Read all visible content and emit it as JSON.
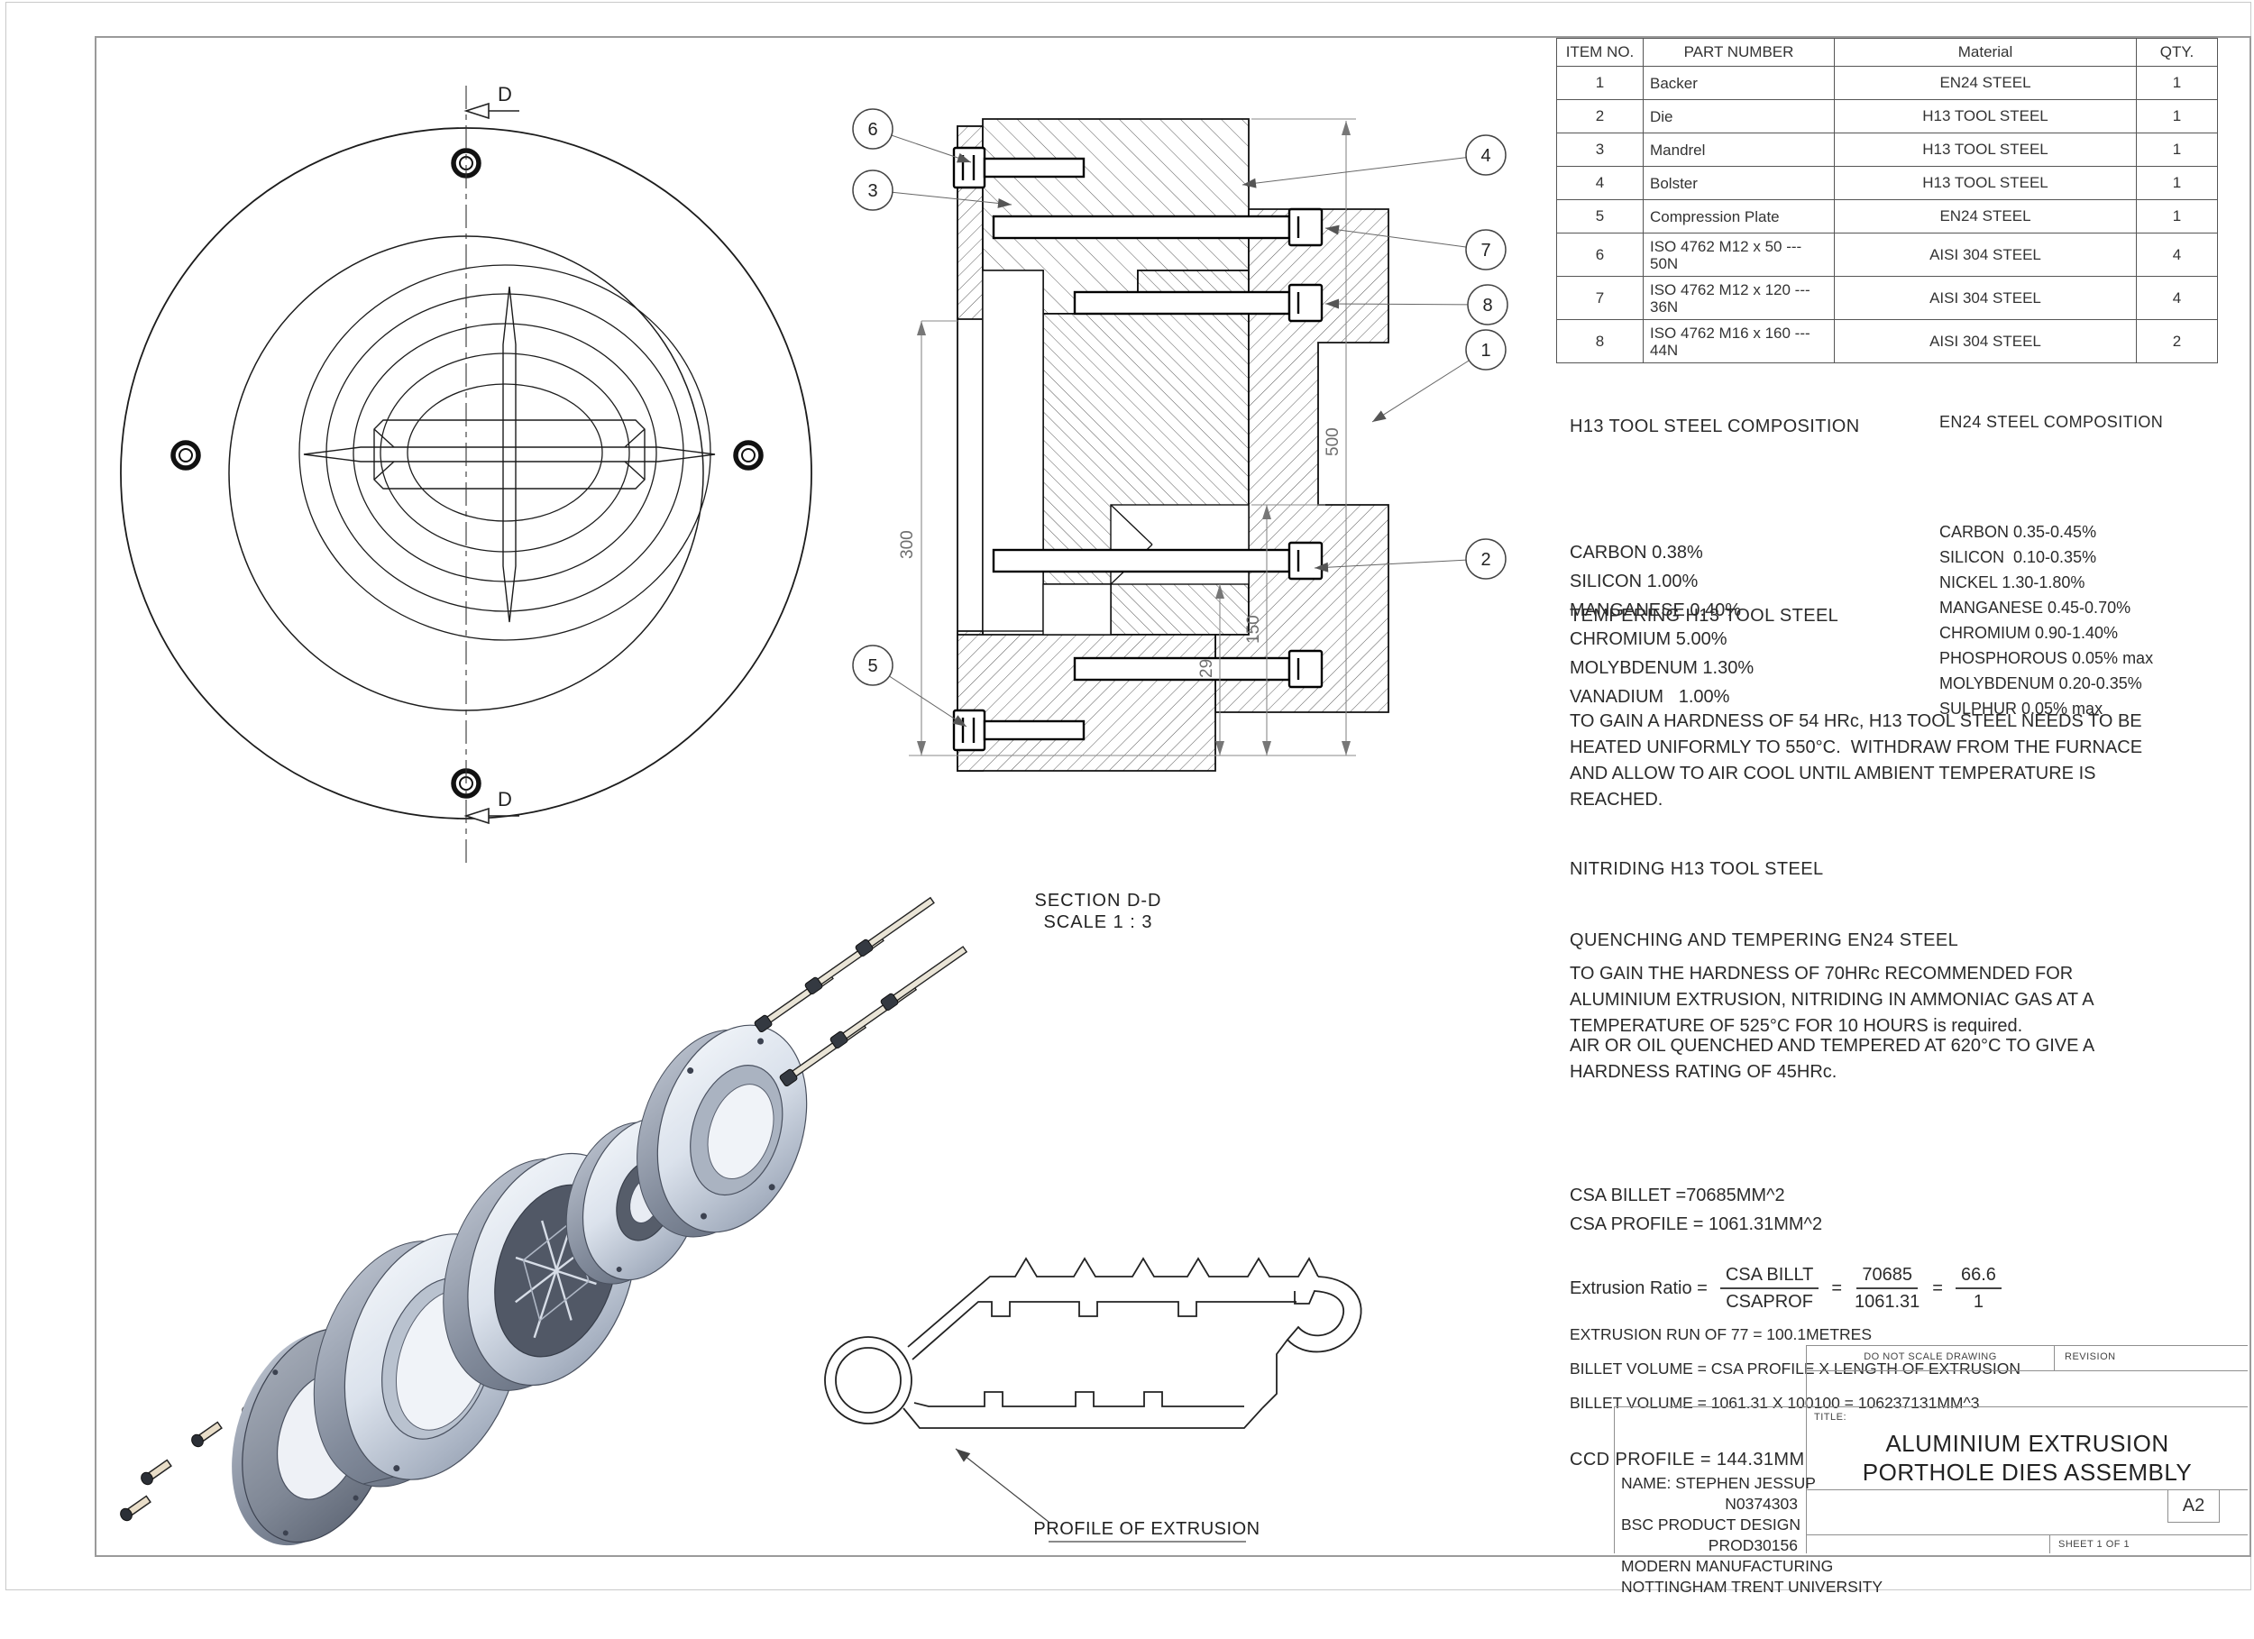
{
  "sheet": {
    "format": "A2",
    "sheet_label": "SHEET 1 OF 1",
    "do_not_scale": "DO NOT SCALE DRAWING",
    "revision_label": "REVISION",
    "title_label": "TITLE:",
    "title_line1": "ALUMINIUM EXTRUSION",
    "title_line2": "PORTHOLE DIES ASSEMBLY"
  },
  "name_block": {
    "lines": [
      "NAME: STEPHEN JESSUP",
      "N0374303",
      "BSC PRODUCT DESIGN",
      "PROD30156",
      "MODERN MANUFACTURING",
      "NOTTINGHAM TRENT UNIVERSITY"
    ]
  },
  "bom": {
    "headers": [
      "ITEM NO.",
      "PART NUMBER",
      "Material",
      "QTY."
    ],
    "rows": [
      {
        "item": "1",
        "part": "Backer",
        "part2": "",
        "material": "EN24 STEEL",
        "qty": "1"
      },
      {
        "item": "2",
        "part": "Die",
        "part2": "",
        "material": "H13 TOOL STEEL",
        "qty": "1"
      },
      {
        "item": "3",
        "part": "Mandrel",
        "part2": "",
        "material": "H13 TOOL STEEL",
        "qty": "1"
      },
      {
        "item": "4",
        "part": "Bolster",
        "part2": "",
        "material": "H13 TOOL STEEL",
        "qty": "1"
      },
      {
        "item": "5",
        "part": "Compression Plate",
        "part2": "",
        "material": "EN24 STEEL",
        "qty": "1"
      },
      {
        "item": "6",
        "part": "ISO 4762 M12 x 50 ---",
        "part2": "50N",
        "material": "AISI 304 STEEL",
        "qty": "4"
      },
      {
        "item": "7",
        "part": "ISO 4762 M12 x 120 ---",
        "part2": "36N",
        "material": "AISI 304 STEEL",
        "qty": "4"
      },
      {
        "item": "8",
        "part": "ISO 4762 M16 x 160 ---",
        "part2": "44N",
        "material": "AISI 304 STEEL",
        "qty": "2"
      }
    ]
  },
  "notes": {
    "h13_comp": {
      "title": "H13 TOOL STEEL COMPOSITION",
      "lines": [
        "CARBON 0.38%",
        "SILICON 1.00%",
        "MANGANESE 0.40%",
        "CHROMIUM 5.00%",
        "MOLYBDENUM 1.30%",
        "VANADIUM   1.00%"
      ]
    },
    "en24_comp": {
      "title": "EN24 STEEL COMPOSITION",
      "lines": [
        "CARBON 0.35-0.45%",
        "SILICON  0.10-0.35%",
        "NICKEL 1.30-1.80%",
        "MANGANESE 0.45-0.70%",
        "CHROMIUM 0.90-1.40%",
        "PHOSPHOROUS 0.05% max",
        "MOLYBDENUM 0.20-0.35%",
        "SULPHUR 0.05% max"
      ]
    },
    "tempering": {
      "title": "TEMPERING H13 TOOL STEEL",
      "lines": [
        "TO GAIN A HARDNESS OF 54 HRc, H13 TOOL STEEL NEEDS TO BE",
        "HEATED UNIFORMLY TO 550°C.  WITHDRAW FROM THE FURNACE",
        "AND ALLOW TO AIR COOL UNTIL AMBIENT TEMPERATURE IS",
        "REACHED."
      ]
    },
    "nitriding": {
      "title": "NITRIDING H13 TOOL STEEL",
      "lines": [
        "TO GAIN THE HARDNESS OF 70HRc RECOMMENDED FOR",
        "ALUMINIUM EXTRUSION, NITRIDING IN AMMONIAC GAS AT A",
        "TEMPERATURE OF 525°C FOR 10 HOURS is required."
      ]
    },
    "quenching": {
      "title": "QUENCHING AND TEMPERING EN24 STEEL",
      "lines": [
        "AIR OR OIL QUENCHED AND TEMPERED AT 620°C TO GIVE A",
        "HARDNESS RATING OF 45HRc."
      ]
    },
    "csa": {
      "lines": [
        "CSA BILLET =70685MM^2",
        "CSA PROFILE = 1061.31MM^2"
      ]
    },
    "ratio": {
      "label": "Extrusion Ratio =",
      "f1n": "CSA BILLT",
      "f1d": "CSAPROF",
      "eq1": "=",
      "f2n": "70685",
      "f2d": "1061.31",
      "eq2": "=",
      "f3n": "66.6",
      "f3d": "1"
    },
    "calcs": {
      "lines": [
        "EXTRUSION RUN OF 77 = 100.1METRES",
        "BILLET VOLUME = CSA PROFILE X LENGTH OF EXTRUSION",
        "BILLET VOLUME = 1061.31 X 100100 = 106237131MM^3"
      ]
    },
    "ccd": "CCD PROFILE = 144.31MM"
  },
  "views": {
    "section_label": "SECTION D-D",
    "section_scale": "SCALE 1 : 3",
    "profile_label": "PROFILE OF EXTRUSION",
    "datum_letter": "D",
    "dims": {
      "d300": "300",
      "d29": "29",
      "d150": "150",
      "d500": "500"
    },
    "balloons": [
      "1",
      "2",
      "3",
      "4",
      "5",
      "6",
      "7",
      "8"
    ]
  }
}
